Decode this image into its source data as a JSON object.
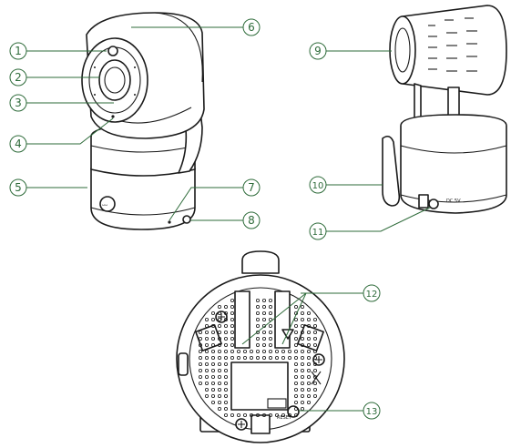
{
  "callouts": [
    {
      "id": 1,
      "label": "1"
    },
    {
      "id": 2,
      "label": "2"
    },
    {
      "id": 3,
      "label": "3"
    },
    {
      "id": 4,
      "label": "4"
    },
    {
      "id": 5,
      "label": "5"
    },
    {
      "id": 6,
      "label": "6"
    },
    {
      "id": 7,
      "label": "7"
    },
    {
      "id": 8,
      "label": "8"
    },
    {
      "id": 9,
      "label": "9"
    },
    {
      "id": 10,
      "label": "10"
    },
    {
      "id": 11,
      "label": "11"
    },
    {
      "id": 12,
      "label": "12"
    },
    {
      "id": 13,
      "label": "13"
    }
  ],
  "device_marks": {
    "front_label": "",
    "reset_label": "RESET"
  },
  "colors": {
    "callout": "#2e6b3a",
    "ink": "#1a1a1a"
  }
}
